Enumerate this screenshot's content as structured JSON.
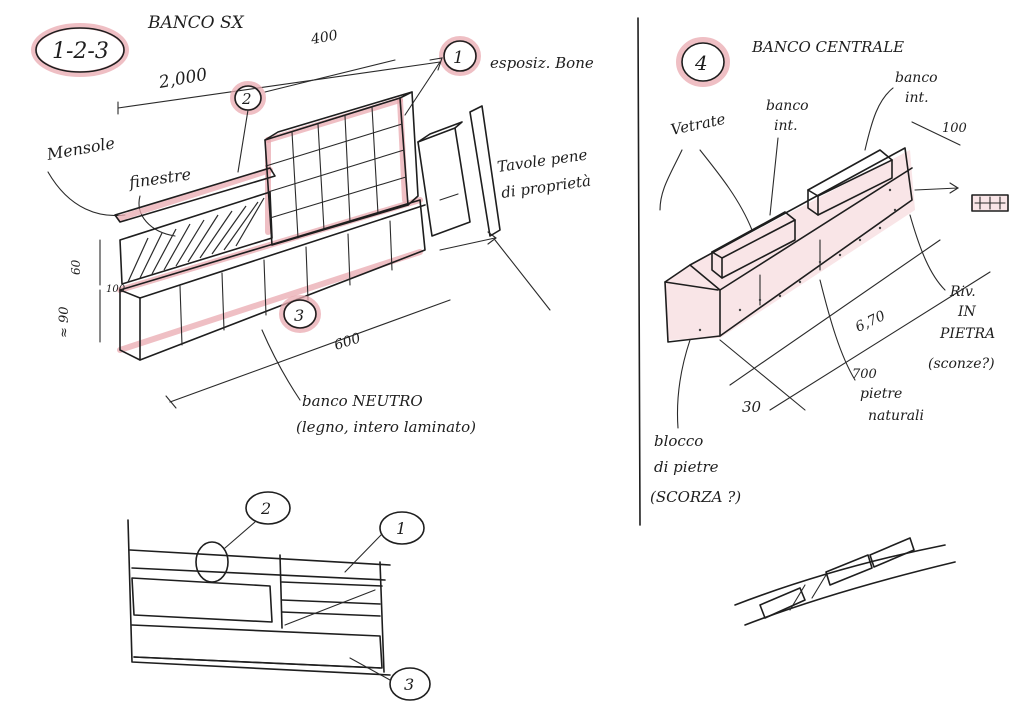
{
  "colors": {
    "ink": "#1e1e1e",
    "highlight": "#e9a9b0",
    "paper": "#ffffff"
  },
  "left": {
    "group_tag": "1-2-3",
    "title": "BANCO SX",
    "dim_top": "400",
    "dim_length": "2,000",
    "dim_bottom": "600",
    "dim_h1": "60",
    "dim_h2": "100",
    "dim_h3": "≈ 90",
    "label_mensola": "Mensole",
    "label_finestre": "finestre",
    "marker_1": "1",
    "label_1": "esposiz. Bone",
    "marker_2": "2",
    "marker_3": "3",
    "label_tavole_line1": "Tavole pene",
    "label_tavole_line2": "di proprietà",
    "label_banco_line1": "banco NEUTRO",
    "label_banco_line2": "(legno, intero laminato)"
  },
  "right": {
    "group_tag": "4",
    "title": "BANCO CENTRALE",
    "label_vetrate": "Vetrate",
    "label_banco_int_a_line1": "banco",
    "label_banco_int_a_line2": "int.",
    "label_banco_int_b_line1": "banco",
    "label_banco_int_b_line2": "int.",
    "dim_100": "100",
    "dim_670": "6,70",
    "dim_700": "700",
    "dim_30": "30",
    "label_riv_line1": "Riv.",
    "label_riv_line2": "IN",
    "label_riv_line3": "PIETRA",
    "label_riv_line4": "(sconze?)",
    "label_pietre_line1": "pietre",
    "label_pietre_line2": "naturali",
    "label_blocco_line1": "blocco",
    "label_blocco_line2": "di pietre",
    "label_blocco_line3": "(SCORZA ?)"
  },
  "plan": {
    "marker_1": "1",
    "marker_2": "2",
    "marker_3": "3"
  }
}
